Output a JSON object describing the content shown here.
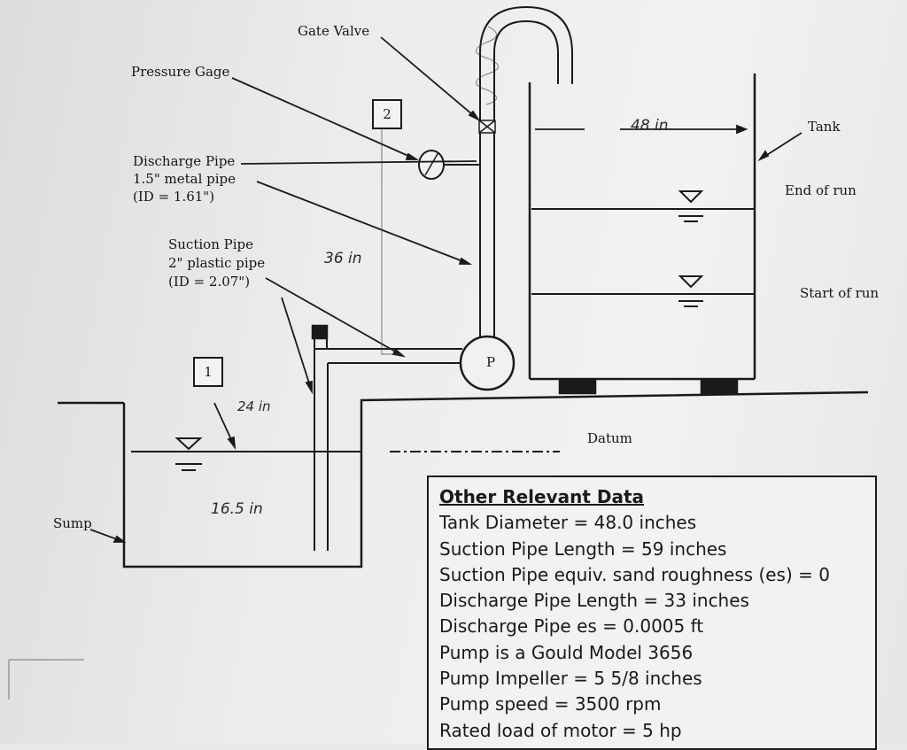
{
  "labels": {
    "gate_valve": "Gate Valve",
    "pressure_gage": "Pressure Gage",
    "discharge_pipe": [
      "Discharge Pipe",
      "1.5\" metal pipe",
      "(ID = 1.61\")"
    ],
    "suction_pipe": [
      "Suction Pipe",
      "2\" plastic pipe",
      "(ID = 2.07\")"
    ],
    "tank": "Tank",
    "end_of_run": "End of run",
    "start_of_run": "Start of run",
    "datum": "Datum",
    "sump": "Sump",
    "pump": "P",
    "station_1": "1",
    "station_2": "2"
  },
  "handwritten": {
    "tank_width": "48 in",
    "riser_height": "36 in",
    "suction_height": "24 in",
    "sump_depth": "16.5 in"
  },
  "other_relevant_data": {
    "title": "Other Relevant Data",
    "lines": [
      "Tank Diameter = 48.0 inches",
      "Suction Pipe Length = 59 inches",
      "Suction Pipe equiv. sand roughness (es) = 0",
      "Discharge Pipe Length = 33 inches",
      "Discharge Pipe es = 0.0005 ft",
      "Pump is a Gould Model 3656",
      "Pump Impeller = 5 5/8 inches",
      "Pump speed = 3500 rpm",
      "Rated load of motor = 5 hp"
    ]
  }
}
